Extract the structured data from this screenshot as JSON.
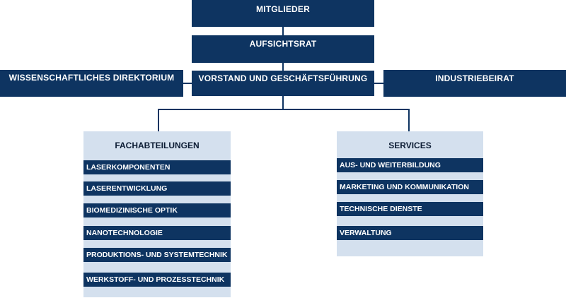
{
  "colors": {
    "box": "#0e3461",
    "panel": "#d4e0ee",
    "panel_title": "#0b1b33"
  },
  "top": {
    "mitglieder": "MITGLIEDER",
    "aufsichtsrat": "AUFSICHTSRAT",
    "vorstand": "VORSTAND UND GESCHÄFTSFÜHRUNG",
    "direktorium": "WISSENSCHAFTLICHES DIREKTORIUM",
    "industriebeirat": "INDUSTRIEBEIRAT"
  },
  "fachabteilungen": {
    "title": "FACHABTEILUNGEN",
    "items": [
      "LASERKOMPONENTEN",
      "LASERENTWICKLUNG",
      "BIOMEDIZINISCHE OPTIK",
      "NANOTECHNOLOGIE",
      "PRODUKTIONS- UND SYSTEMTECHNIK",
      "WERKSTOFF- UND PROZESSTECHNIK"
    ]
  },
  "services": {
    "title": "SERVICES",
    "items": [
      "AUS- UND WEITERBILDUNG",
      "MARKETING UND KOMMUNIKATION",
      "TECHNISCHE DIENSTE",
      "VERWALTUNG"
    ]
  }
}
